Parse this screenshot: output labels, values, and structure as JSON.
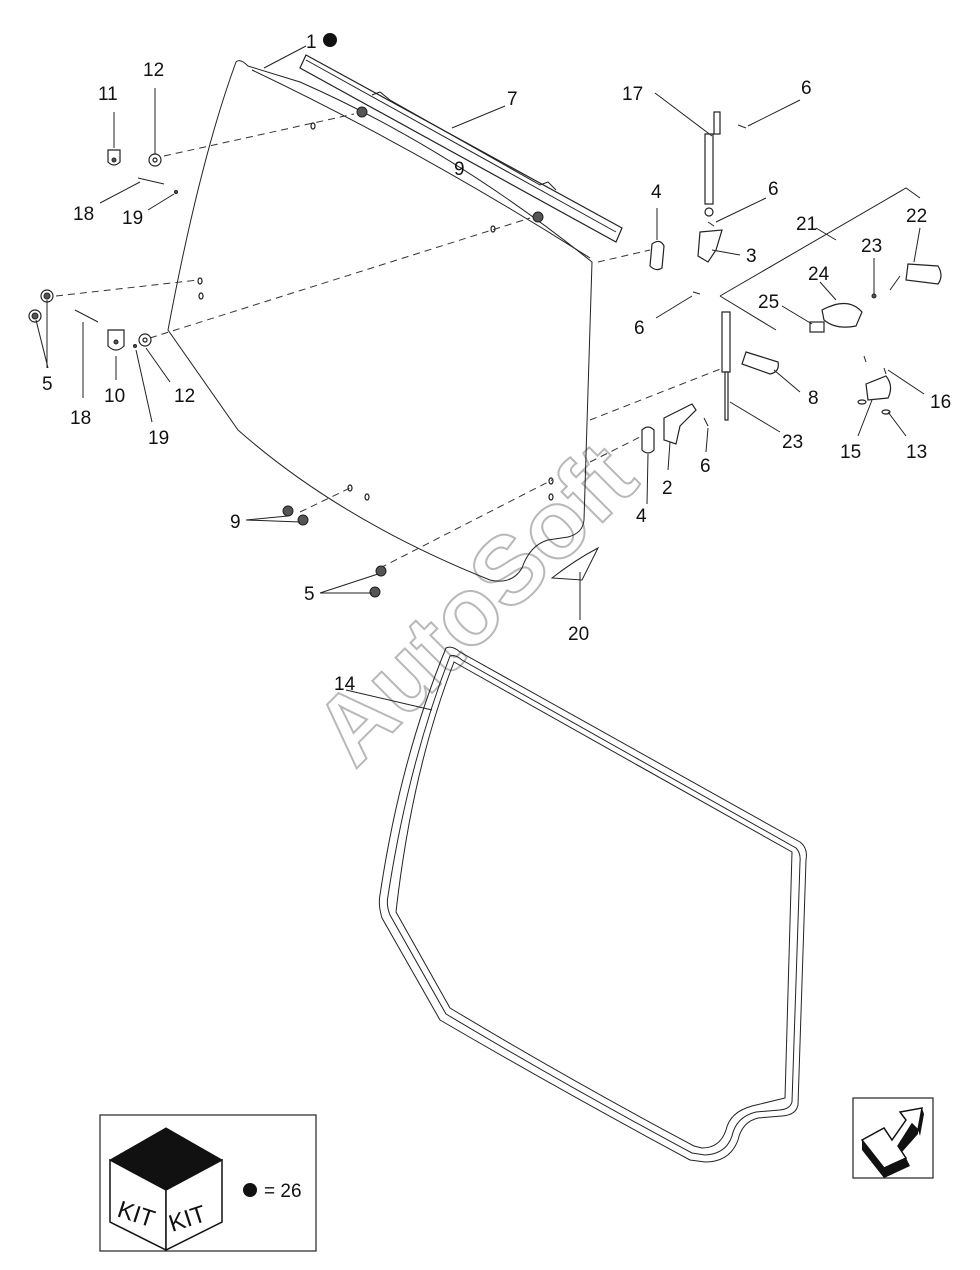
{
  "watermark": "AutoSoft",
  "callouts": {
    "c1": "1",
    "c2": "2",
    "c3": "3",
    "c4a": "4",
    "c4b": "4",
    "c5a": "5",
    "c5b": "5",
    "c6a": "6",
    "c6b": "6",
    "c6c": "6",
    "c6d": "6",
    "c7": "7",
    "c8": "8",
    "c9a": "9",
    "c9b": "9",
    "c10": "10",
    "c11": "11",
    "c12a": "12",
    "c12b": "12",
    "c13": "13",
    "c14": "14",
    "c15": "15",
    "c16": "16",
    "c17": "17",
    "c18a": "18",
    "c18b": "18",
    "c19a": "19",
    "c19b": "19",
    "c20": "20",
    "c21": "21",
    "c22": "22",
    "c23a": "23",
    "c23b": "23",
    "c24": "24",
    "c25": "25"
  },
  "kit": {
    "face_left": "KIT",
    "face_right": "KIT",
    "legend": "= 26"
  },
  "icons": {
    "kit_box": "kit-box-icon",
    "nav_arrow": "next-page-arrow-icon"
  }
}
